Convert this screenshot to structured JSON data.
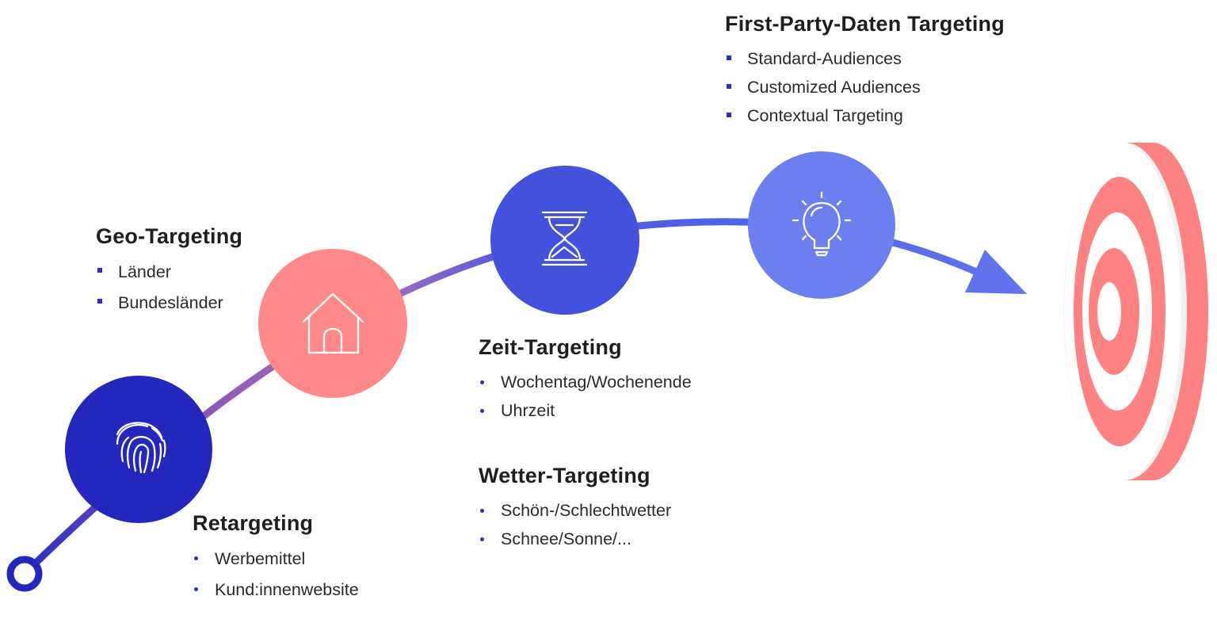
{
  "stages": [
    {
      "id": "retargeting",
      "title": "Retargeting",
      "icon": "fingerprint-icon",
      "color": "#2427be",
      "items": [
        "Werbemittel",
        "Kund:innenwebsite"
      ]
    },
    {
      "id": "geo",
      "title": "Geo-Targeting",
      "icon": "house-icon",
      "color": "#ff8888",
      "items": [
        "Länder",
        "Bundesländer"
      ]
    },
    {
      "id": "zeit",
      "title": "Zeit-Targeting",
      "icon": "hourglass-icon",
      "color": "#4352dc",
      "items": [
        "Wochentag/Wochenende",
        "Uhrzeit"
      ]
    },
    {
      "id": "wetter",
      "title": "Wetter-Targeting",
      "icon": "",
      "color": "",
      "items": [
        "Schön-/Schlechtwetter",
        "Schnee/Sonne/..."
      ]
    },
    {
      "id": "firstparty",
      "title": "First-Party-Daten Targeting",
      "icon": "lightbulb-icon",
      "color": "#6b80ee",
      "items": [
        "Standard-Audiences",
        "Customized Audiences",
        "Contextual Targeting"
      ]
    }
  ],
  "goal": {
    "icon": "target-icon",
    "color": "#ff8282"
  }
}
